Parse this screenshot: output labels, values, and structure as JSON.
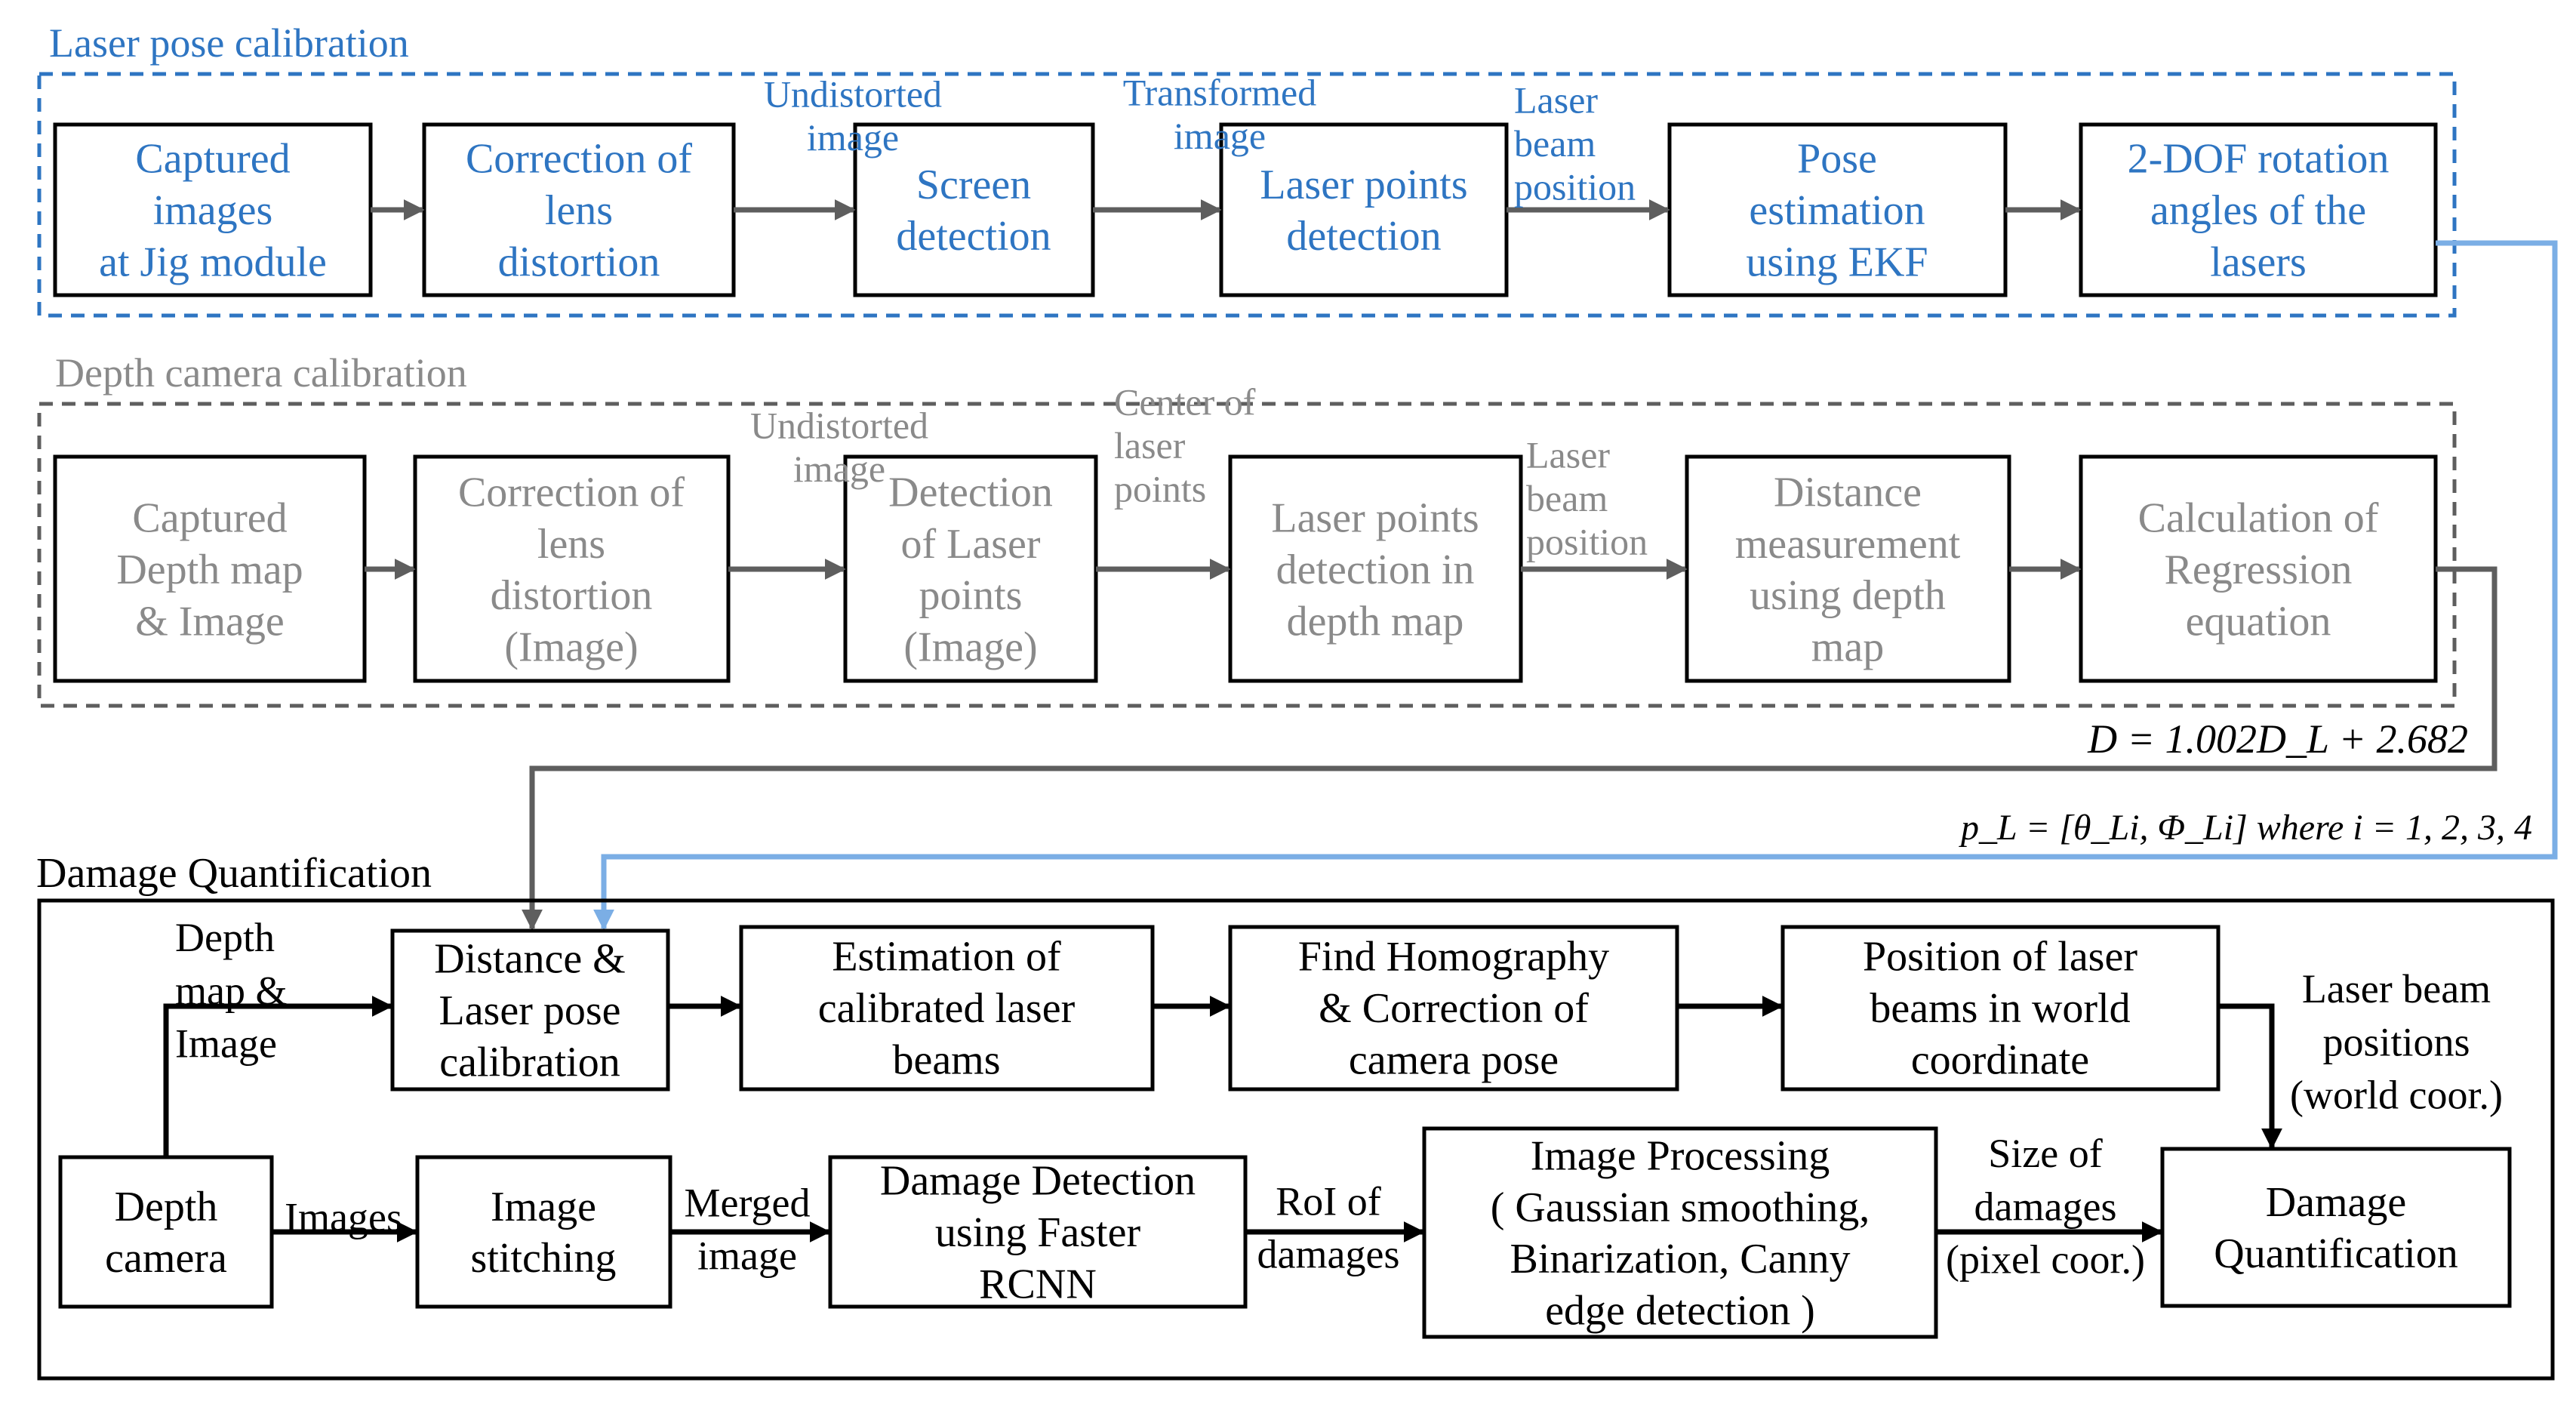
{
  "colors": {
    "blue": "#2E75C2",
    "gray": "#8A8A8A",
    "dark_gray": "#5E5E5E",
    "black": "#000000",
    "light_blue_arrow": "#7BAEE5"
  },
  "laser_section": {
    "title": "Laser pose calibration",
    "boxes": [
      {
        "lines": [
          "Captured",
          "images",
          "at Jig module"
        ]
      },
      {
        "lines": [
          "Correction of",
          "lens",
          "distortion"
        ]
      },
      {
        "lines": [
          "Screen",
          "detection"
        ]
      },
      {
        "lines": [
          "Laser points",
          "detection"
        ]
      },
      {
        "lines": [
          "Pose",
          "estimation",
          "using EKF"
        ]
      },
      {
        "lines": [
          "2-DOF rotation",
          "angles of the",
          "lasers"
        ]
      }
    ],
    "edge_labels": [
      {
        "lines": [
          "Undistorted",
          "image"
        ]
      },
      {
        "lines": [
          "Transformed",
          "image"
        ]
      },
      {
        "lines": [
          "Laser",
          "beam",
          "position"
        ]
      }
    ]
  },
  "depth_section": {
    "title": "Depth camera calibration",
    "boxes": [
      {
        "lines": [
          "Captured",
          "Depth map",
          "& Image"
        ]
      },
      {
        "lines": [
          "Correction of",
          "lens",
          "distortion",
          "(Image)"
        ]
      },
      {
        "lines": [
          "Detection",
          "of Laser",
          "points",
          "(Image)"
        ]
      },
      {
        "lines": [
          "Laser points",
          "detection in",
          "depth map"
        ]
      },
      {
        "lines": [
          "Distance",
          "measurement",
          "using depth",
          "map"
        ]
      },
      {
        "lines": [
          "Calculation of",
          "Regression",
          "equation"
        ]
      }
    ],
    "edge_labels": [
      {
        "lines": [
          "Undistorted",
          "image"
        ]
      },
      {
        "lines": [
          "Center of",
          "laser",
          "points"
        ]
      },
      {
        "lines": [
          "Laser",
          "beam",
          "position"
        ]
      }
    ]
  },
  "equations": {
    "regression": "D = 1.002D_L + 2.682",
    "laser_pose": "p_L = [θ_Li, Φ_Li] where i = 1, 2, 3, 4"
  },
  "damage_section": {
    "title": "Damage Quantification",
    "top_boxes": [
      {
        "lines": [
          "Distance &",
          "Laser pose",
          "calibration"
        ]
      },
      {
        "lines": [
          "Estimation of",
          "calibrated laser",
          "beams"
        ]
      },
      {
        "lines": [
          "Find Homography",
          "& Correction of",
          "camera pose"
        ]
      },
      {
        "lines": [
          "Position of laser",
          "beams in world",
          "coordinate"
        ]
      }
    ],
    "bottom_boxes": [
      {
        "lines": [
          "Depth",
          "camera"
        ]
      },
      {
        "lines": [
          "Image",
          "stitching"
        ]
      },
      {
        "lines": [
          "Damage Detection",
          "using Faster",
          "RCNN"
        ]
      },
      {
        "lines": [
          "Image Processing",
          "( Gaussian smoothing,",
          "Binarization, Canny",
          "edge detection )"
        ]
      },
      {
        "lines": [
          "Damage",
          "Quantification"
        ]
      }
    ],
    "edge_labels": {
      "depth_map": {
        "lines": [
          "Depth",
          "map &",
          "Image"
        ]
      },
      "images": {
        "lines": [
          "Images"
        ]
      },
      "merged": {
        "lines": [
          "Merged",
          "image"
        ]
      },
      "roi": {
        "lines": [
          "RoI of",
          "damages"
        ]
      },
      "size": {
        "lines": [
          "Size of",
          "damages",
          "(pixel coor.)"
        ]
      },
      "laser_positions": {
        "lines": [
          "Laser beam",
          "positions",
          "(world coor.)"
        ]
      }
    }
  }
}
